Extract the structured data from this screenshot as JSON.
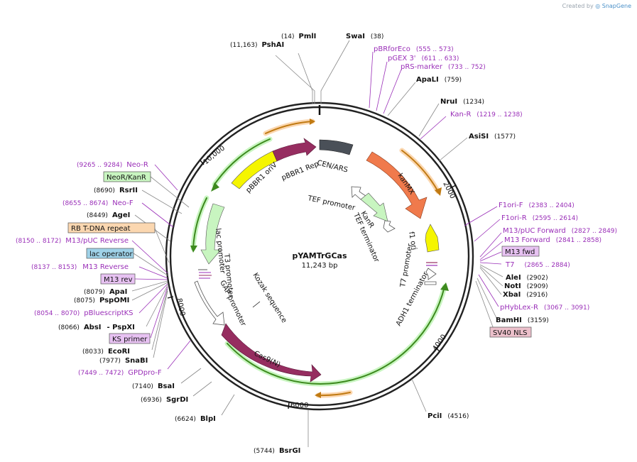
{
  "watermark": {
    "prefix": "Created by",
    "brand": "SnapGene"
  },
  "plasmid": {
    "name": "pYAMTrGCas",
    "size": "11,243 bp"
  },
  "ticks": [
    "2000",
    "4000",
    "6000",
    "8000",
    "10,000"
  ],
  "features": [
    {
      "name": "CEN/ARS",
      "color": "#4a5058"
    },
    {
      "name": "kanMX",
      "color": "#f07a4c"
    },
    {
      "name": "TEF promoter",
      "color": "#ffffff"
    },
    {
      "name": "KanR",
      "color": "#c8f5c0"
    },
    {
      "name": "TEF terminator",
      "color": "#ffffff"
    },
    {
      "name": "f1 ori",
      "color": "#f5f500"
    },
    {
      "name": "T7 promoter",
      "color": "#ffffff"
    },
    {
      "name": "ADH1 terminator",
      "color": "#ffffff"
    },
    {
      "name": "Cas9(N)",
      "color": "#962d60"
    },
    {
      "name": "GAP promoter",
      "color": "#ffffff"
    },
    {
      "name": "Kozak sequence",
      "color": "#ffffff"
    },
    {
      "name": "T3 promoter",
      "color": "#ffffff"
    },
    {
      "name": "lac promoter",
      "color": "#ffffff"
    },
    {
      "name": "pBBR1 oriV",
      "color": "#f5f500"
    },
    {
      "name": "pBBR1 Rep",
      "color": "#962d60"
    }
  ],
  "labels": {
    "pmli": {
      "name": "PmlI",
      "pos": "(14)"
    },
    "swai": {
      "name": "SwaI",
      "pos": "(38)"
    },
    "pshai": {
      "name": "PshAI",
      "pos": "(11,163)"
    },
    "pbbrforeco": {
      "name": "pBRforEco",
      "pos": "(555 .. 573)"
    },
    "pgex3": {
      "name": "pGEX 3'",
      "pos": "(611 .. 633)"
    },
    "prsmarker": {
      "name": "pRS-marker",
      "pos": "(733 .. 752)"
    },
    "apali": {
      "name": "ApaLI",
      "pos": "(759)"
    },
    "nrui": {
      "name": "NruI",
      "pos": "(1234)"
    },
    "kanr_primer": {
      "name": "Kan-R",
      "pos": "(1219 .. 1238)"
    },
    "asisi": {
      "name": "AsiSI",
      "pos": "(1577)"
    },
    "f1orif": {
      "name": "F1ori-F",
      "pos": "(2383 .. 2404)"
    },
    "f1orir": {
      "name": "F1ori-R",
      "pos": "(2595 .. 2614)"
    },
    "m13puc_fwd": {
      "name": "M13/pUC Forward",
      "pos": "(2827 .. 2849)"
    },
    "m13_forward": {
      "name": "M13 Forward",
      "pos": "(2841 .. 2858)"
    },
    "m13fwd_box": {
      "name": "M13 fwd"
    },
    "t7": {
      "name": "T7",
      "pos": "(2865 .. 2884)"
    },
    "alei": {
      "name": "AleI",
      "pos": "(2902)"
    },
    "noti": {
      "name": "NotI",
      "pos": "(2909)"
    },
    "xbai": {
      "name": "XbaI",
      "pos": "(2916)"
    },
    "phyblexr": {
      "name": "pHybLex-R",
      "pos": "(3067 .. 3091)"
    },
    "bamhi": {
      "name": "BamHI",
      "pos": "(3159)"
    },
    "sv40nls": {
      "name": "SV40 NLS"
    },
    "pcii": {
      "name": "PciI",
      "pos": "(4516)"
    },
    "bsrgi": {
      "name": "BsrGI",
      "pos": "(5744)"
    },
    "blpi": {
      "name": "BlpI",
      "pos": "(6624)"
    },
    "sgrdi": {
      "name": "SgrDI",
      "pos": "(6936)"
    },
    "bsai": {
      "name": "BsaI",
      "pos": "(7140)"
    },
    "gpdprof": {
      "name": "GPDpro-F",
      "pos": "(7449 .. 7472)"
    },
    "snabi": {
      "name": "SnaBI",
      "pos": "(7977)"
    },
    "ecori": {
      "name": "EcoRI",
      "pos": "(8033)"
    },
    "ksprimer": {
      "name": "KS primer"
    },
    "absi": {
      "name": "AbsI",
      "pos": "(8066)",
      "extra": "- PspXI"
    },
    "pbluescriptks": {
      "name": "pBluescriptKS",
      "pos": "(8054 .. 8070)"
    },
    "pspomi": {
      "name": "PspOMI",
      "pos": "(8075)"
    },
    "apai": {
      "name": "ApaI",
      "pos": "(8079)"
    },
    "m13rev": {
      "name": "M13 rev"
    },
    "m13reverse": {
      "name": "M13 Reverse",
      "pos": "(8137 .. 8153)"
    },
    "lacoperator": {
      "name": "lac operator"
    },
    "m13puc_rev": {
      "name": "M13/pUC Reverse",
      "pos": "(8150 .. 8172)"
    },
    "rbtdna": {
      "name": "RB T-DNA repeat"
    },
    "agei": {
      "name": "AgeI",
      "pos": "(8449)"
    },
    "neof": {
      "name": "Neo-F",
      "pos": "(8655 .. 8674)"
    },
    "rsrii": {
      "name": "RsrII",
      "pos": "(8690)"
    },
    "neokanr": {
      "name": "NeoR/KanR"
    },
    "neor": {
      "name": "Neo-R",
      "pos": "(9265 .. 9284)"
    }
  },
  "colors": {
    "primer": "#9a2fb8",
    "m13box": "#e7c2f2",
    "lacop_box": "#9fd2e8",
    "rbt_box": "#fbd7b0",
    "neo_box": "#c8f5c0",
    "sv40_box": "#ecc0cb"
  }
}
